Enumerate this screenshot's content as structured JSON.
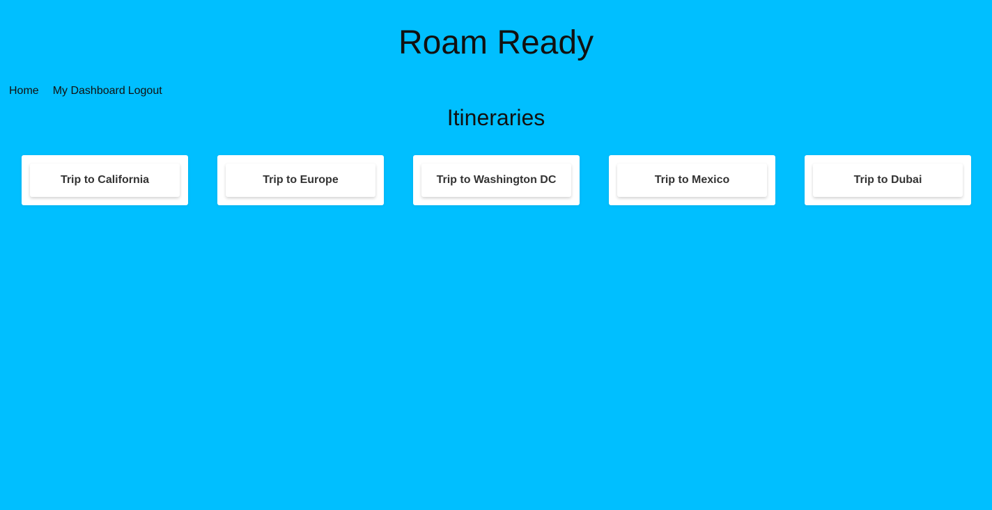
{
  "header": {
    "title": "Roam Ready"
  },
  "nav": {
    "home": "Home",
    "dashboard": "My Dashboard",
    "logout": "Logout"
  },
  "main": {
    "heading": "Itineraries",
    "itineraries": [
      {
        "title": "Trip to California"
      },
      {
        "title": "Trip to Europe"
      },
      {
        "title": "Trip to Washington DC"
      },
      {
        "title": "Trip to Mexico"
      },
      {
        "title": "Trip to Dubai"
      }
    ]
  },
  "colors": {
    "background": "#00bfff",
    "card": "#ffffff",
    "text": "#111111"
  }
}
